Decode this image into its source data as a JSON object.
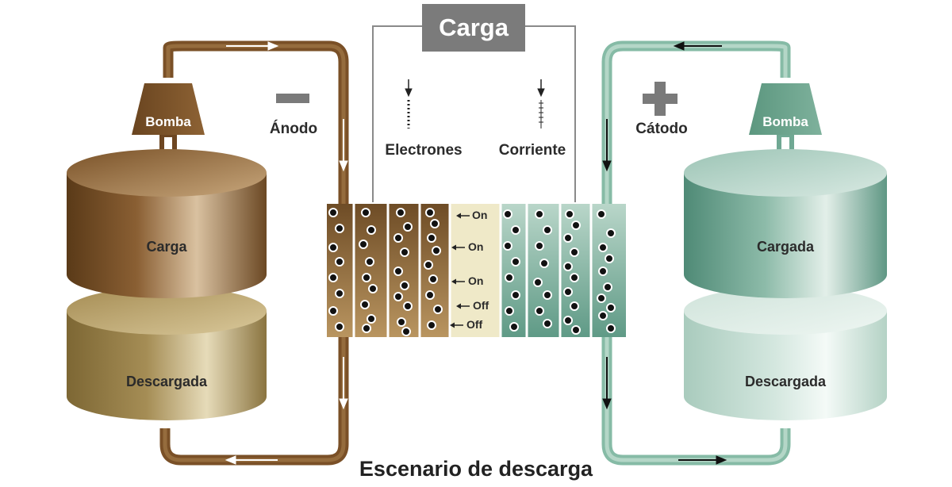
{
  "title": "Escenario de descarga",
  "load": {
    "label": "Carga"
  },
  "left_side": {
    "electrode": "Ánodo",
    "sign": "minus",
    "pump": "Bomba",
    "tank_top": "Carga",
    "tank_bottom": "Descargada"
  },
  "right_side": {
    "electrode": "Cátodo",
    "sign": "plus",
    "pump": "Bomba",
    "tank_top": "Cargada",
    "tank_bottom": "Descargada"
  },
  "legend": {
    "electrons": "Electrones",
    "current": "Corriente"
  },
  "membrane_labels": [
    "On",
    "On",
    "On",
    "Off",
    "Off"
  ],
  "colors": {
    "anolyte_dark": "#6b4a24",
    "anolyte_mid": "#8a6334",
    "anolyte_light": "#c8aa72",
    "catholyte_dark": "#5e9a86",
    "catholyte_light": "#c4ddd3",
    "membrane": "#efe9c8",
    "load_box": "#7b7b7b",
    "wire": "#888888"
  }
}
